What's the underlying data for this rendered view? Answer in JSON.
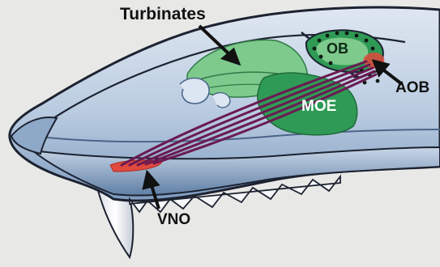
{
  "labels": {
    "turbinates": "Turbinates",
    "ob": "OB",
    "aob": "AOB",
    "moe": "MOE",
    "vno": "VNO"
  },
  "colors": {
    "background": "#e8e8e6",
    "skull_outline": "#1c2230",
    "bone_blue_dark": "#5f7fa5",
    "bone_blue_light": "#a8bdd6",
    "olfactory_green": "#2f9a55",
    "olfactory_green_light": "#7ec98c",
    "vno_red": "#e0493d",
    "nerve_purple": "#6b1a52",
    "tooth": "#f2f4f6"
  },
  "structures": [
    "skull",
    "turbinates",
    "olfactory-bulb",
    "accessory-olfactory-bulb",
    "main-olfactory-epithelium",
    "vomeronasal-organ",
    "vomeronasal-nerve-fibers",
    "canine-tooth",
    "jaw-teeth"
  ]
}
